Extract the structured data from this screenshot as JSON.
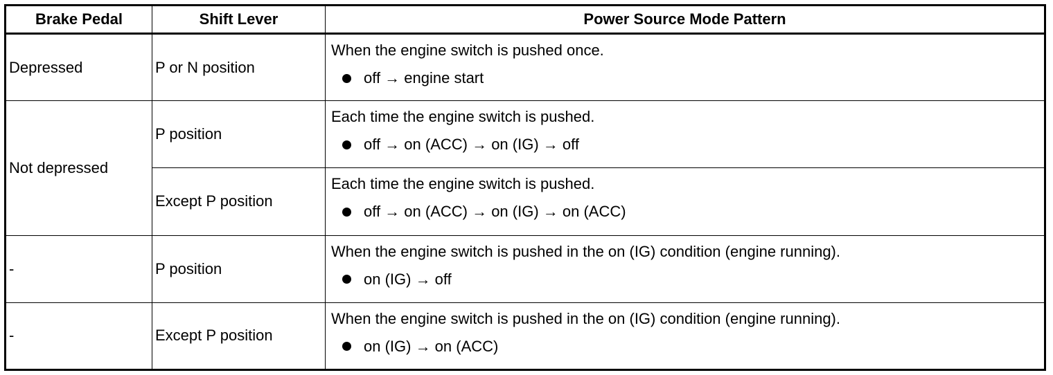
{
  "headers": {
    "brake_pedal": "Brake Pedal",
    "shift_lever": "Shift Lever",
    "pattern": "Power Source Mode Pattern"
  },
  "rows": [
    {
      "brake": "Depressed",
      "shift": "P or N position",
      "title": "When the engine switch is pushed once.",
      "step": "off → engine start"
    },
    {
      "brake": "Not depressed",
      "shift": "P position",
      "title": "Each time the engine switch is pushed.",
      "step": "off → on (ACC) → on (IG) → off"
    },
    {
      "brake": "",
      "shift": "Except P position",
      "title": "Each time the engine switch is pushed.",
      "step": "off → on (ACC) → on (IG) → on (ACC)"
    },
    {
      "brake": "-",
      "shift": "P position",
      "title": "When the engine switch is pushed in the on (IG) condition (engine running).",
      "step": "on (IG) → off"
    },
    {
      "brake": "-",
      "shift": "Except P position",
      "title": "When the engine switch is pushed in the on (IG) condition (engine running).",
      "step": "on (IG) → on (ACC)"
    }
  ]
}
